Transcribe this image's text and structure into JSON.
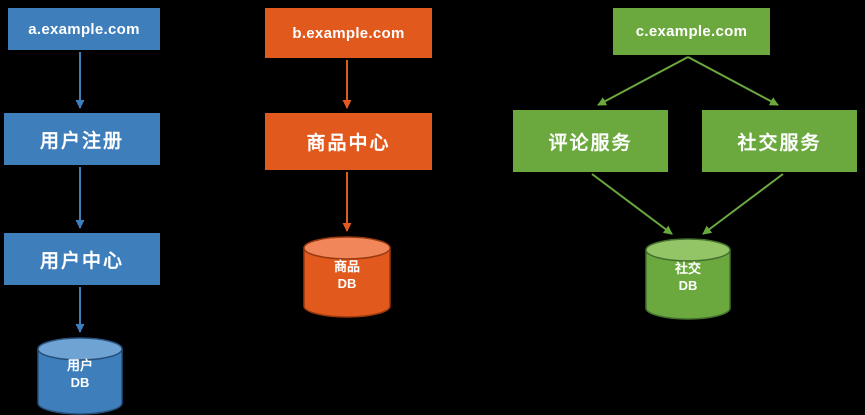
{
  "colors": {
    "background": "#000000",
    "blue": "#3D7EBB",
    "blue_light": "#6FA3D4",
    "blue_dark": "#27517B",
    "orange": "#E2591D",
    "orange_light": "#F0865A",
    "orange_dark": "#98390F",
    "green": "#6BA93F",
    "green_light": "#93C566",
    "green_dark": "#44702E"
  },
  "columns": {
    "a": {
      "domain": "a.example.com",
      "services": [
        "用户注册",
        "用户中心"
      ],
      "db": {
        "line1": "用户",
        "line2": "DB"
      }
    },
    "b": {
      "domain": "b.example.com",
      "services": [
        "商品中心"
      ],
      "db": {
        "line1": "商品",
        "line2": "DB"
      }
    },
    "c": {
      "domain": "c.example.com",
      "services": [
        "评论服务",
        "社交服务"
      ],
      "db": {
        "line1": "社交",
        "line2": "DB"
      }
    }
  }
}
